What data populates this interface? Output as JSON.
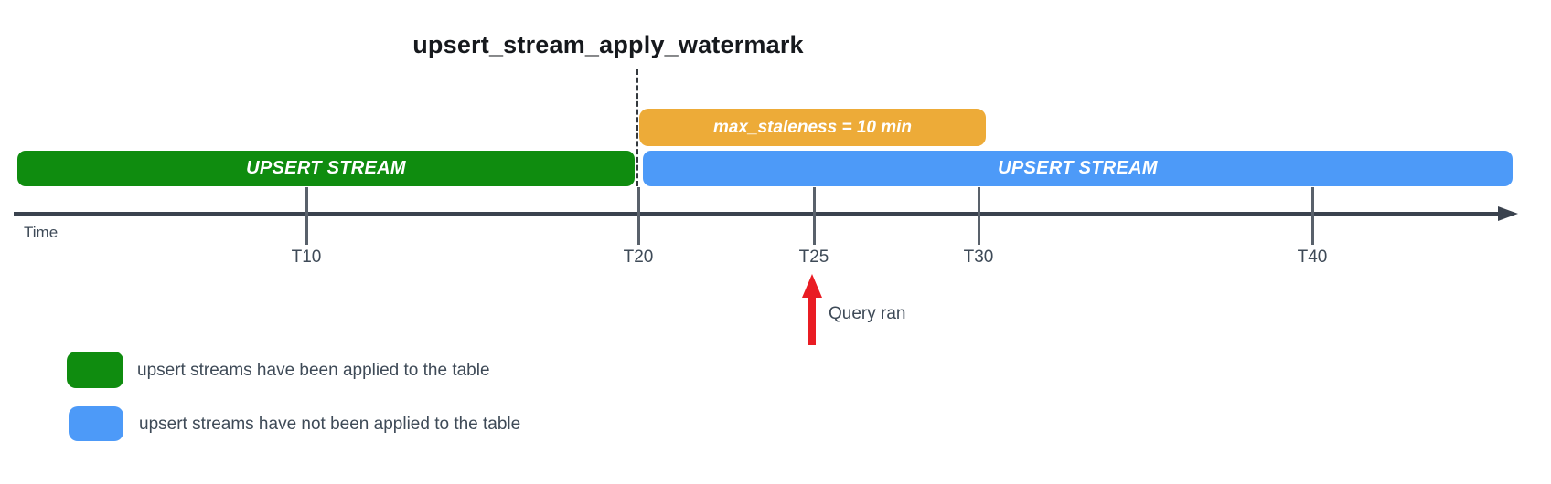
{
  "title": "upsert_stream_apply_watermark",
  "colors": {
    "applied_green": "#0F8C0F",
    "not_applied_blue": "#4D9AF8",
    "staleness_orange": "#EDAB38",
    "query_arrow_red": "#E91C23",
    "axis_dark": "#3A424E",
    "label_text": "#3E4A57"
  },
  "staleness_badge": {
    "label": "max_staleness = 10 min"
  },
  "bars": {
    "applied": {
      "label": "UPSERT STREAM"
    },
    "not_applied": {
      "label": "UPSERT STREAM"
    }
  },
  "timeline": {
    "axis_label": "Time",
    "ticks": [
      {
        "label": "T10"
      },
      {
        "label": "T20"
      },
      {
        "label": "T25"
      },
      {
        "label": "T30"
      },
      {
        "label": "T40"
      }
    ]
  },
  "annotation": {
    "label": "Query ran"
  },
  "legend": {
    "items": [
      {
        "swatch_color": "#0F8C0F",
        "label": "upsert streams have been applied to the table"
      },
      {
        "swatch_color": "#4D9AF8",
        "label": "upsert streams have not been applied to the table"
      }
    ]
  }
}
